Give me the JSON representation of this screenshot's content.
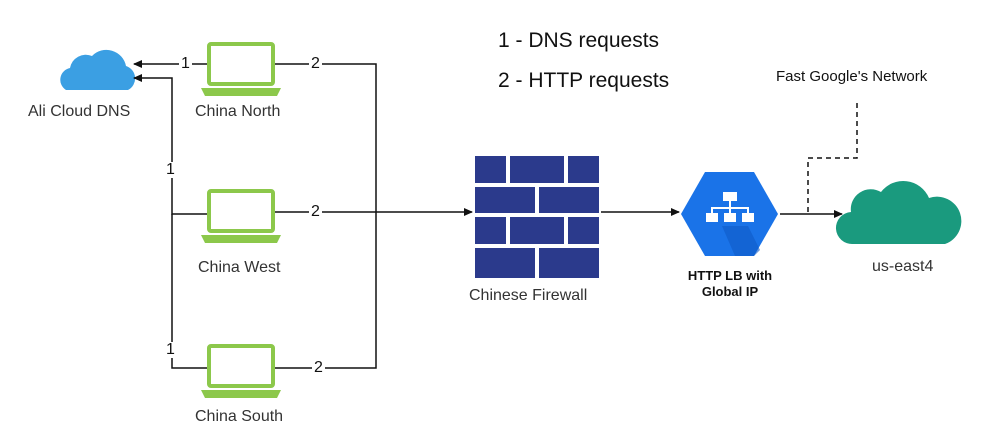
{
  "legend": {
    "item1": "1 - DNS requests",
    "item2": "2 - HTTP requests"
  },
  "nodes": {
    "dns": {
      "label": "Ali Cloud DNS",
      "color": "#3b9fe3"
    },
    "china_north": {
      "label": "China North",
      "color": "#8cc84b"
    },
    "china_west": {
      "label": "China West",
      "color": "#8cc84b"
    },
    "china_south": {
      "label": "China South",
      "color": "#8cc84b"
    },
    "firewall": {
      "label": "Chinese Firewall",
      "color": "#2b3a8c"
    },
    "lb": {
      "label_line1": "HTTP LB with",
      "label_line2": "Global IP",
      "color": "#1a73e8"
    },
    "us_east4": {
      "label": "us-east4",
      "color": "#1a9a7e"
    }
  },
  "network_note": "Fast Google's Network",
  "edge_labels": {
    "north_dns": "1",
    "north_http": "2",
    "west_dns": "1",
    "west_http": "2",
    "south_dns": "1",
    "south_http": "2"
  }
}
